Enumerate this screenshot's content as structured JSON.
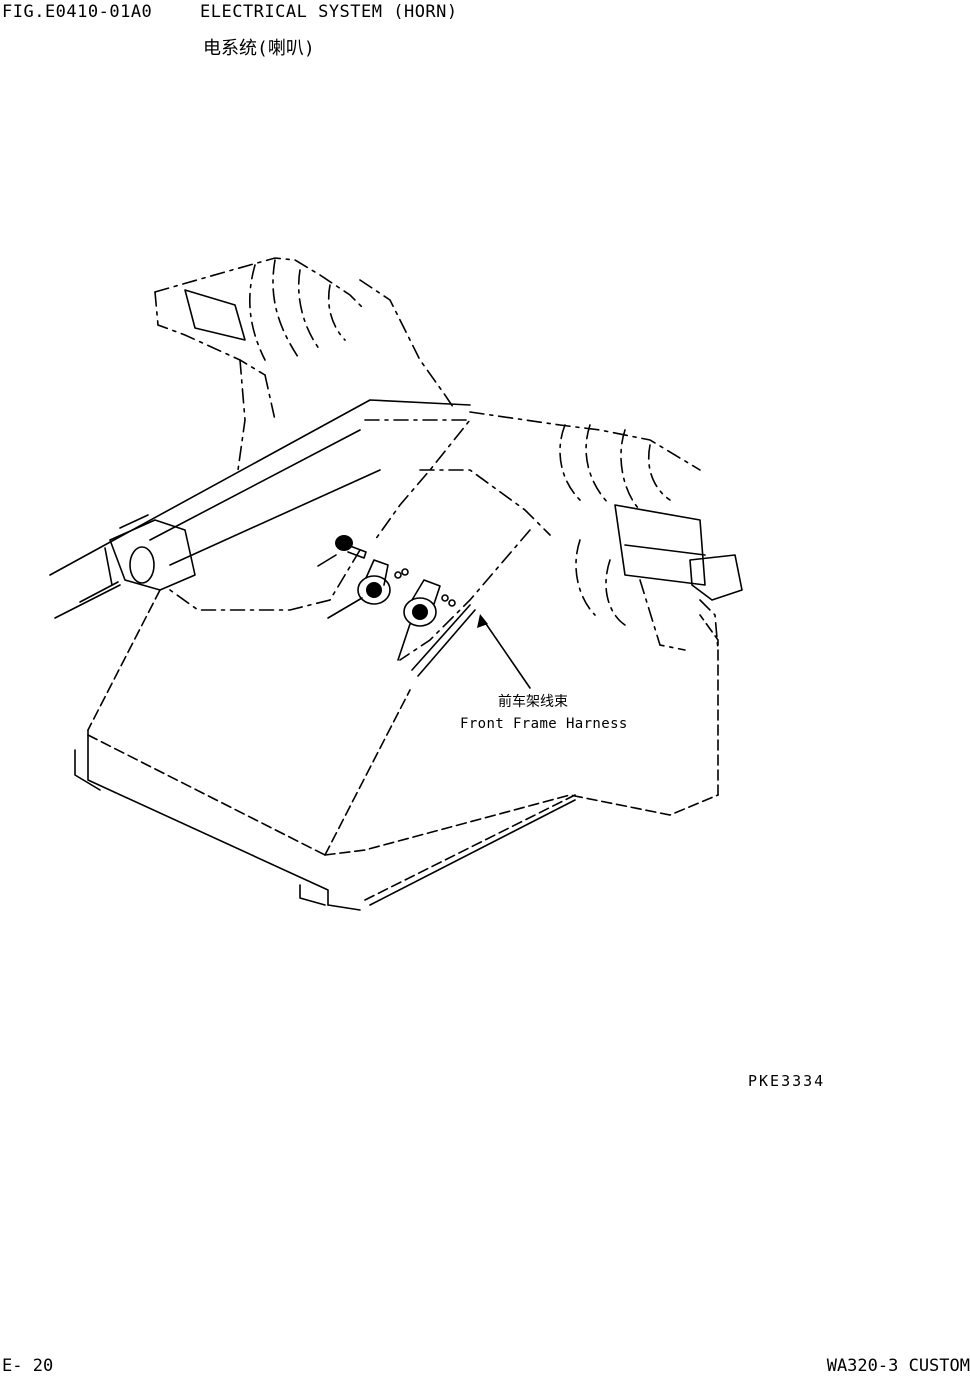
{
  "header": {
    "figure_number": "FIG.E0410-01A0",
    "title": "ELECTRICAL SYSTEM (HORN)",
    "title_cn": "电系统(喇叭)"
  },
  "callout": {
    "label_cn": "前车架线束",
    "label_en": "Front Frame Harness"
  },
  "reference_code": "PKE3334",
  "footer": {
    "page": "E- 20",
    "model": "WA320-3 CUSTOM"
  }
}
